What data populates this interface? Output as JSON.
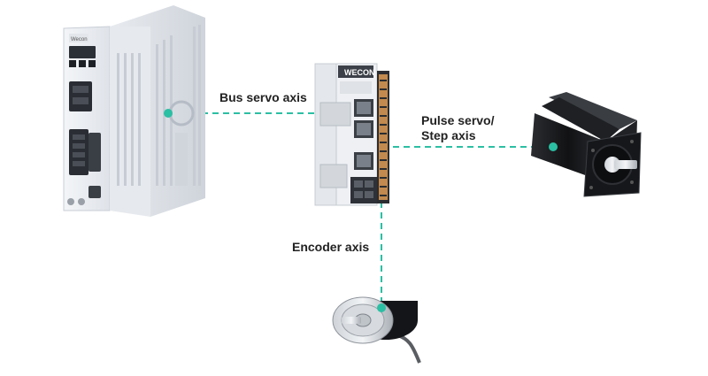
{
  "labels": {
    "bus_servo_axis": "Bus servo axis",
    "pulse_servo_line1": "Pulse servo/",
    "pulse_servo_line2": "Step axis",
    "encoder_axis": "Encoder axis"
  },
  "devices": {
    "servo_drive": {
      "icon": "servo-drive",
      "brand_text": "Wecon"
    },
    "plc_controller": {
      "icon": "plc-controller",
      "brand_text": "WECON"
    },
    "servo_motor": {
      "icon": "servo-motor"
    },
    "encoder": {
      "icon": "rotary-encoder"
    }
  },
  "colors": {
    "connector_line": "#2bbfa4",
    "connector_dot": "#2bbfa4",
    "label_text": "#222222"
  }
}
